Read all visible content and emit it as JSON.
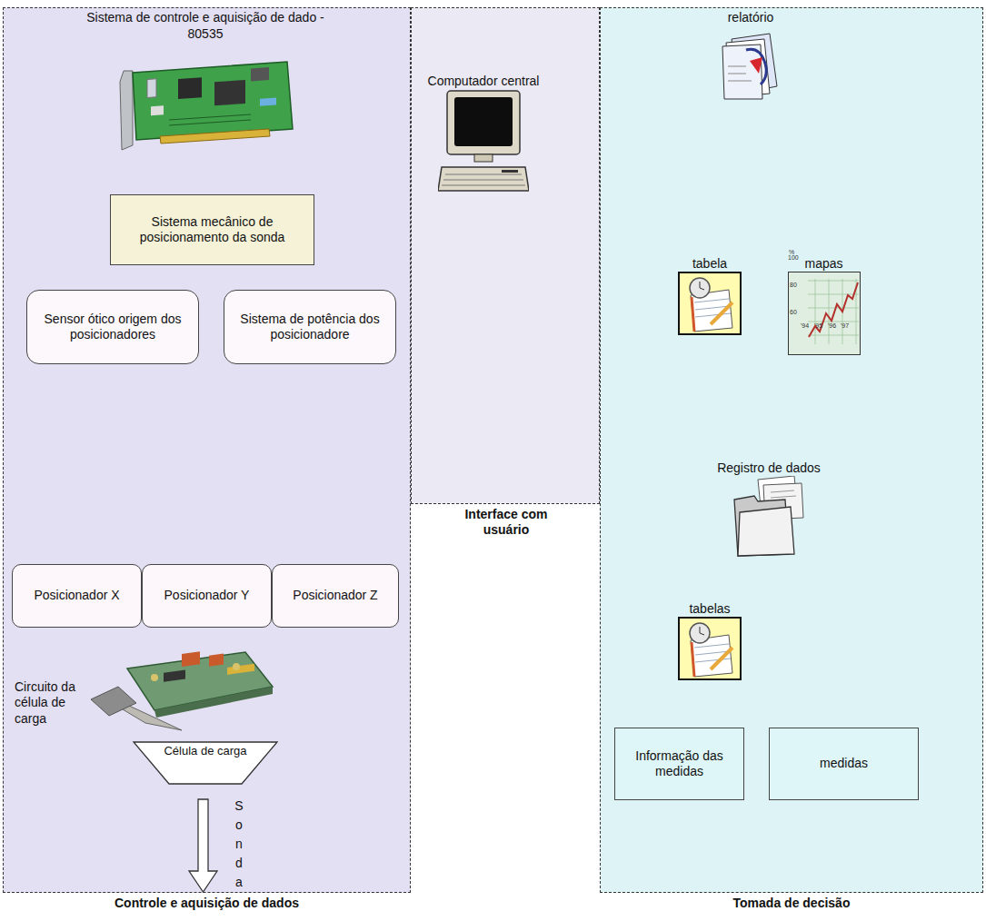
{
  "diagram": {
    "nodes": [
      {
        "text": [
          "Controle e aquisição de dados"
        ]
      },
      {
        "text": [
          "Sistema de controle e aquisição de dado - 80535"
        ],
        "in": 0
      },
      {
        "text": [
          "Sistema mecânico de posicionamento da sonda"
        ],
        "in": 0
      },
      {
        "text": [
          "Sensor ótico origem dos posicionadores"
        ],
        "in": 0
      },
      {
        "text": [
          "Sistema de potência dos posicionadore"
        ],
        "in": 0
      },
      {
        "text": [
          "Posicionador X"
        ],
        "in": 0
      },
      {
        "text": [
          "Posicionador Y"
        ],
        "in": 0
      },
      {
        "text": [
          "Posicionador Z"
        ],
        "in": 0
      },
      {
        "text": [
          "Circuito da célula de carga"
        ],
        "in": 0
      },
      {
        "text": [
          "Célula de carga"
        ],
        "in": 0
      },
      {
        "text": [
          "Sonda"
        ],
        "in": 0
      },
      {
        "text": [
          "Interface com usuário"
        ]
      },
      {
        "text": [
          "Computador central"
        ],
        "in": 11
      },
      {
        "text": [
          "Tomada de decisão"
        ]
      },
      {
        "text": [
          "relatório"
        ],
        "in": 13
      },
      {
        "text": [
          "tabela"
        ],
        "in": 13
      },
      {
        "text": [
          "mapas"
        ],
        "in": 13
      },
      {
        "text": [
          "Registro de dados"
        ],
        "in": 13
      },
      {
        "text": [
          "tabelas"
        ],
        "in": 13
      },
      {
        "text": [
          "Informação das medidas"
        ],
        "in": 13
      },
      {
        "text": [
          "medidas"
        ],
        "in": 13
      }
    ],
    "edges": [
      {
        "from": 1,
        "to": 12,
        "arrow": "both"
      },
      {
        "from": 12,
        "to": 14,
        "arrow": "to"
      },
      {
        "from": 12,
        "to": 17,
        "arrow": "both"
      },
      {
        "from": 1,
        "to": 2,
        "arrow": "to"
      },
      {
        "from": 2,
        "to": 3,
        "arrow": "to"
      },
      {
        "from": 2,
        "to": 4,
        "arrow": "to"
      },
      {
        "from": 4,
        "to": 5,
        "arrow": "to"
      },
      {
        "from": 4,
        "to": 6,
        "arrow": "to"
      },
      {
        "from": 4,
        "to": 7,
        "arrow": "to"
      },
      {
        "from": 5,
        "to": 3,
        "arrow": "to"
      },
      {
        "from": 6,
        "to": 3,
        "arrow": "to"
      },
      {
        "from": 7,
        "to": 3,
        "arrow": "to"
      },
      {
        "from": 8,
        "to": 7,
        "arrow": "to"
      },
      {
        "from": 8,
        "to": 1,
        "arrow": "to"
      },
      {
        "from": 8,
        "to": 9,
        "arrow": "to"
      },
      {
        "from": 9,
        "to": 10,
        "arrow": "to"
      },
      {
        "from": 14,
        "to": 15,
        "arrow": "to"
      },
      {
        "from": 14,
        "to": 16,
        "arrow": "to"
      },
      {
        "from": 17,
        "to": 18,
        "arrow": "to"
      },
      {
        "from": 18,
        "to": 19,
        "arrow": "to"
      },
      {
        "from": 18,
        "to": 20,
        "arrow": "to"
      }
    ],
    "labels": [
      "%",
      "100",
      "80",
      "60",
      "'94",
      "'95",
      "'96",
      "'97"
    ]
  }
}
